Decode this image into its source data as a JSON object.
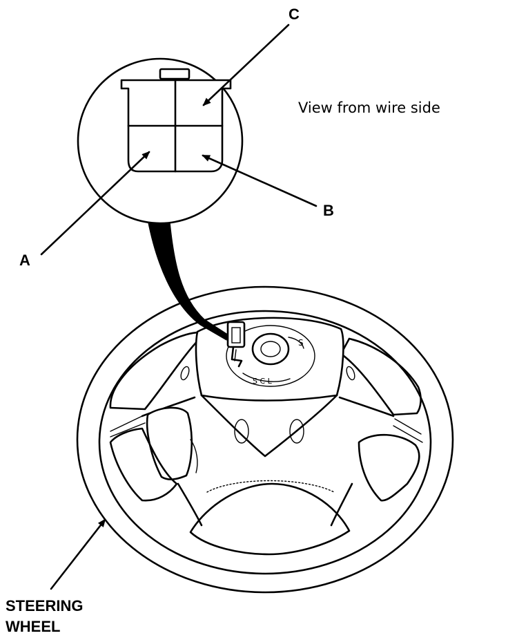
{
  "labels": {
    "c": "C",
    "b": "B",
    "a": "A",
    "view_note": "View from wire side",
    "steering_line1": "STEERING",
    "steering_line2": "WHEEL"
  },
  "connector": {
    "cavities": [
      "A",
      "B",
      "C"
    ]
  },
  "colors": {
    "ink": "#000000",
    "paper": "#ffffff"
  }
}
